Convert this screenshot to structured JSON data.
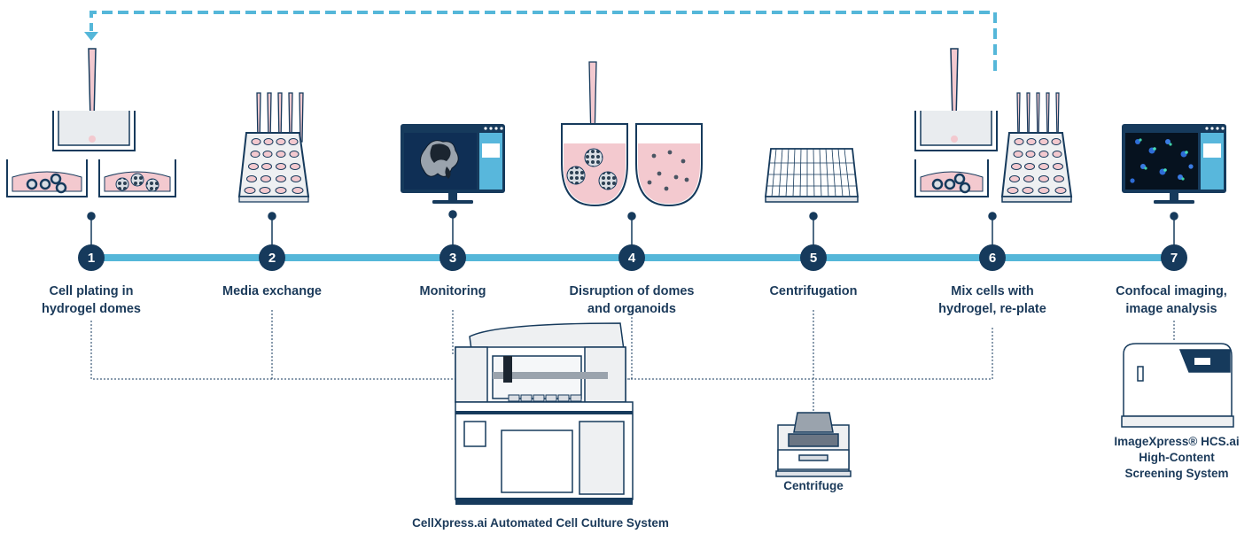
{
  "colors": {
    "navy": "#163a5c",
    "timeline": "#55b7d9",
    "loop_arrow": "#55b7d9",
    "pink": "#f3c9cf",
    "screen": "#0f2f55",
    "panel": "#58b7dc"
  },
  "steps": [
    {
      "number": "1",
      "label_line1": "Cell plating in",
      "label_line2": "hydrogel domes",
      "icon": "dome-plating-icon"
    },
    {
      "number": "2",
      "label_line1": "Media exchange",
      "label_line2": "",
      "icon": "well-plate-pipette-icon"
    },
    {
      "number": "3",
      "label_line1": "Monitoring",
      "label_line2": "",
      "icon": "monitor-organoid-icon"
    },
    {
      "number": "4",
      "label_line1": "Disruption of domes",
      "label_line2": "and organoids",
      "icon": "tube-disruption-icon"
    },
    {
      "number": "5",
      "label_line1": "Centrifugation",
      "label_line2": "",
      "icon": "deep-well-plate-icon"
    },
    {
      "number": "6",
      "label_line1": "Mix cells with",
      "label_line2": "hydrogel, re-plate",
      "icon": "replate-icon"
    },
    {
      "number": "7",
      "label_line1": "Confocal imaging,",
      "label_line2": "image analysis",
      "icon": "monitor-imaging-icon"
    }
  ],
  "instruments": {
    "cellxpress": {
      "label": "CellXpress.ai Automated Cell Culture System"
    },
    "centrifuge": {
      "label": "Centrifuge"
    },
    "imagexpress": {
      "line1": "ImageXpress® HCS.ai",
      "line2": "High-Content",
      "line3": "Screening System"
    }
  }
}
